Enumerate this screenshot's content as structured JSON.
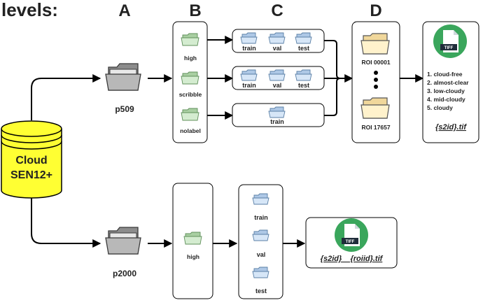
{
  "header": {
    "title": "levels:",
    "levels": [
      "A",
      "B",
      "C",
      "D"
    ]
  },
  "database": {
    "line1": "Cloud",
    "line2": "SEN12+"
  },
  "p509": {
    "label": "p509",
    "labels": [
      "high",
      "scribble",
      "nolabel"
    ],
    "high_splits": [
      "train",
      "val",
      "test"
    ],
    "scribble_splits": [
      "train",
      "val",
      "test"
    ],
    "nolabel_splits": [
      "train"
    ],
    "roi_first": "ROI 00001",
    "roi_last": "ROI 17657",
    "classes": [
      "1. cloud-free",
      "2. almost-clear",
      "3. low-cloudy",
      "4. mid-cloudy",
      "5. cloudy"
    ],
    "tiff_badge": "TIFF",
    "filename": "{s2id}.tif"
  },
  "p2000": {
    "label": "p2000",
    "labels": [
      "high"
    ],
    "splits": [
      "train",
      "val",
      "test"
    ],
    "tiff_badge": "TIFF",
    "filename": "{s2id}__{roiid}.tif"
  },
  "colors": {
    "db_fill": "#ffff33",
    "green_folder": "#d4ecd0",
    "blue_folder": "#d6e6f7",
    "yellow_folder": "#fff2cc",
    "tiff_circle": "#3aa65c",
    "grey_folder": "#b8b8b8"
  }
}
